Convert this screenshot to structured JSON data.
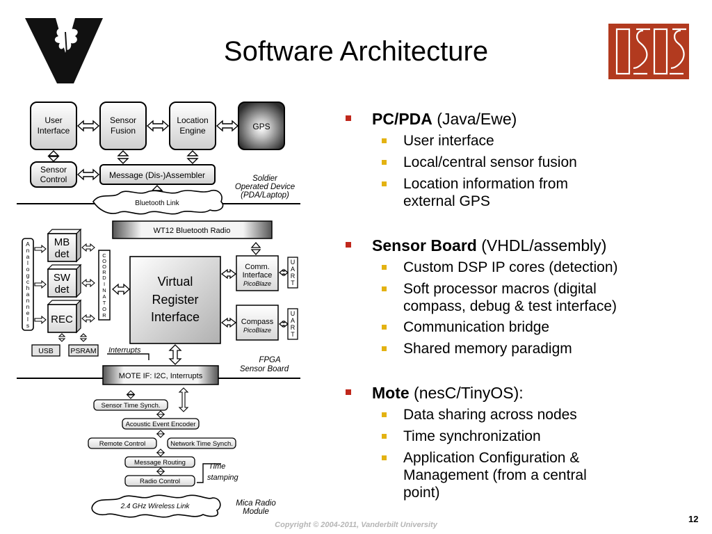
{
  "slide": {
    "title": "Software Architecture",
    "page_number": "12",
    "copyright": "Copyright © 2004-2011, Vanderbilt University"
  },
  "logos": {
    "left": {
      "name": "vanderbilt-logo",
      "text": "V"
    },
    "right": {
      "name": "isis-logo",
      "text": "ISIS",
      "color": "#b23a1f"
    }
  },
  "bullets": [
    {
      "head": "PC/PDA",
      "tail": " (Java/Ewe)",
      "subs": [
        "User interface",
        "Local/central sensor fusion",
        "Location information from",
        "external GPS"
      ]
    },
    {
      "head": "Sensor Board",
      "tail": " (VHDL/assembly)",
      "subs": [
        "Custom DSP IP cores (detection)",
        "Soft processor macros (digital",
        "compass, debug & test interface)",
        "Communication bridge",
        "Shared memory paradigm"
      ]
    },
    {
      "head": "Mote",
      "tail": " (nesC/TinyOS):",
      "subs": [
        "Data sharing across nodes",
        "Time synchronization",
        "Application Configuration &",
        "Management (from a central",
        "point)"
      ]
    }
  ],
  "diagram": {
    "pc": {
      "user_interface": [
        "User",
        "Interface"
      ],
      "sensor_fusion": [
        "Sensor",
        "Fusion"
      ],
      "location_engine": [
        "Location",
        "Engine"
      ],
      "gps": "GPS",
      "sensor_control": [
        "Sensor",
        "Control"
      ],
      "message_assembler": "Message (Dis-)Assembler",
      "caption": [
        "Soldier",
        "Operated Device",
        "(PDA/Laptop)"
      ]
    },
    "bluetooth_link": "Bluetooth Link",
    "fpga": {
      "bt_radio": "WT12 Bluetooth Radio",
      "analog": [
        "A",
        "n",
        "a",
        "l",
        "o",
        "g",
        "c",
        "h",
        "a",
        "n",
        "n",
        "e",
        "l",
        "s"
      ],
      "mb_det": [
        "MB",
        "det"
      ],
      "sw_det": [
        "SW",
        "det"
      ],
      "rec": "REC",
      "coordinator": [
        "C",
        "O",
        "O",
        "R",
        "D",
        "I",
        "N",
        "A",
        "T",
        "O",
        "R"
      ],
      "vri": [
        "Virtual",
        "Register",
        "Interface"
      ],
      "comm": [
        "Comm.",
        "Interface"
      ],
      "picoblaze": "PicoBlaze",
      "compass": "Compass",
      "uart": [
        "U",
        "A",
        "R",
        "T"
      ],
      "usb": "USB",
      "psram": "PSRAM",
      "interrupts": "Interrupts",
      "mote_if": "MOTE IF: I2C, Interrupts",
      "caption": [
        "FPGA",
        "Sensor Board"
      ]
    },
    "mote": {
      "sensor_time_sync": "Sensor Time Synch.",
      "acoustic_encoder": "Acoustic Event Encoder",
      "remote_control": "Remote Control",
      "network_time_sync": "Network Time Synch.",
      "message_routing": "Message Routing",
      "radio_control": "Radio Control",
      "time_stamping": [
        "Time",
        "stamping"
      ],
      "wireless_link": "2.4 GHz Wireless Link",
      "caption": [
        "Mica Radio",
        "Module"
      ]
    }
  }
}
